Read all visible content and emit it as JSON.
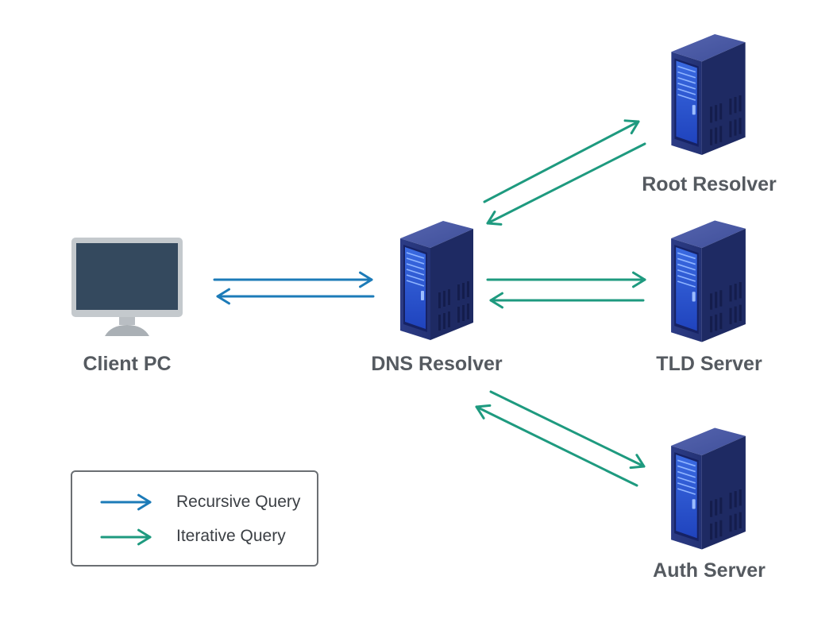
{
  "nodes": {
    "client": {
      "label": "Client PC",
      "icon": "monitor-icon"
    },
    "dns": {
      "label": "DNS Resolver",
      "icon": "server-rack-icon"
    },
    "root": {
      "label": "Root Resolver",
      "icon": "server-rack-icon"
    },
    "tld": {
      "label": "TLD Server",
      "icon": "server-rack-icon"
    },
    "auth": {
      "label": "Auth Server",
      "icon": "server-rack-icon"
    }
  },
  "legend": {
    "recursive": {
      "label": "Recursive Query",
      "color": "#1c7bb8"
    },
    "iterative": {
      "label": "Iterative Query",
      "color": "#1e9a7f"
    }
  },
  "edges": [
    {
      "from": "client",
      "to": "dns",
      "type": "recursive"
    },
    {
      "from": "dns",
      "to": "client",
      "type": "recursive"
    },
    {
      "from": "dns",
      "to": "root",
      "type": "iterative"
    },
    {
      "from": "root",
      "to": "dns",
      "type": "iterative"
    },
    {
      "from": "dns",
      "to": "tld",
      "type": "iterative"
    },
    {
      "from": "tld",
      "to": "dns",
      "type": "iterative"
    },
    {
      "from": "dns",
      "to": "auth",
      "type": "iterative"
    },
    {
      "from": "auth",
      "to": "dns",
      "type": "iterative"
    }
  ]
}
